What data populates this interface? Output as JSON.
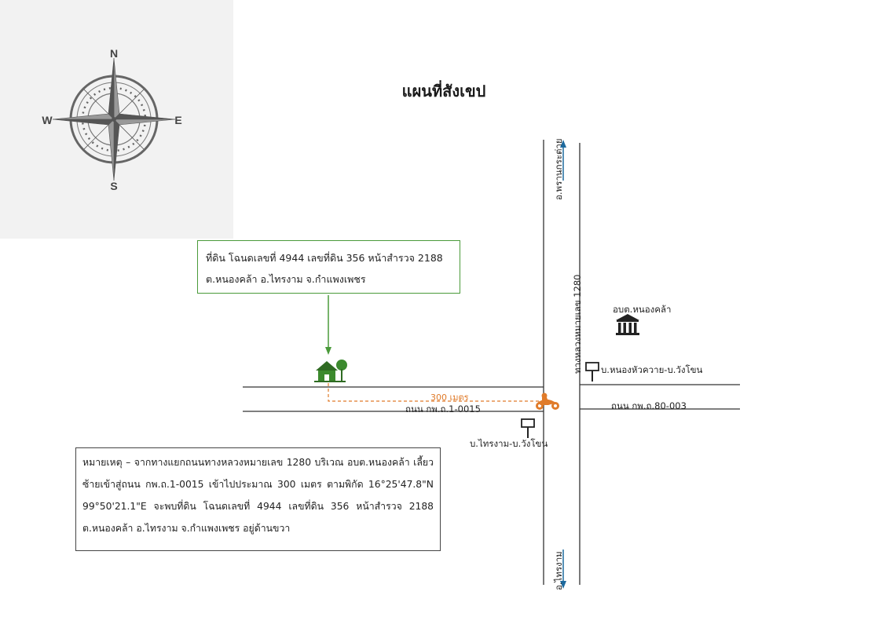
{
  "title": "แผนที่สังเขป",
  "compass": {
    "n": "N",
    "s": "S",
    "e": "E",
    "w": "W",
    "icon": "compass-rose-icon"
  },
  "parcel": {
    "line1": "ที่ดิน โฉนดเลขที่ 4944 เลขที่ดิน 356 หน้าสำรวจ 2188",
    "line2": "ต.หนองคล้า อ.ไทรงาม จ.กำแพงเพชร",
    "icon": "house-icon",
    "box_color": "#4a9a3a"
  },
  "distance": "300 เมตร",
  "roads": {
    "main_highway": "ทางหลวงหมายเลข 1280",
    "north_direction": "อ.พรานกระต่าย",
    "south_direction": "อ.ไทรงาม",
    "west_road": "ถนน กพ.ถ.1-0015",
    "east_road": "ถนน กพ.ถ.80-003"
  },
  "landmarks": {
    "office": "อบต.หนองคล้า",
    "office_icon": "government-building-icon",
    "sign_east": "บ.หนองหัวควาย-บ.วังโขน",
    "sign_south": "บ.ไทรงาม-บ.วังโขน",
    "sign_icon": "signpost-icon",
    "vehicle_icon": "motorcycle-icon"
  },
  "note": "หมายเหตุ – จากทางแยกถนนทางหลวงหมายเลข 1280 บริเวณ อบต.หนองคล้า เลี้ยวซ้ายเข้าสู่ถนน กพ.ถ.1-0015 เข้าไปประมาณ 300 เมตร ตามพิกัด 16°25'47.8\"N 99°50'21.1\"E จะพบที่ดิน โฉนดเลขที่ 4944 เลขที่ดิน 356 หน้าสำรวจ 2188 ต.หนองคล้า อ.ไทรงาม จ.กำแพงเพชร อยู่ด้านขวา",
  "colors": {
    "accent_green": "#4a9a3a",
    "accent_orange": "#e07b2a",
    "arrow_blue": "#1e6a9e"
  }
}
